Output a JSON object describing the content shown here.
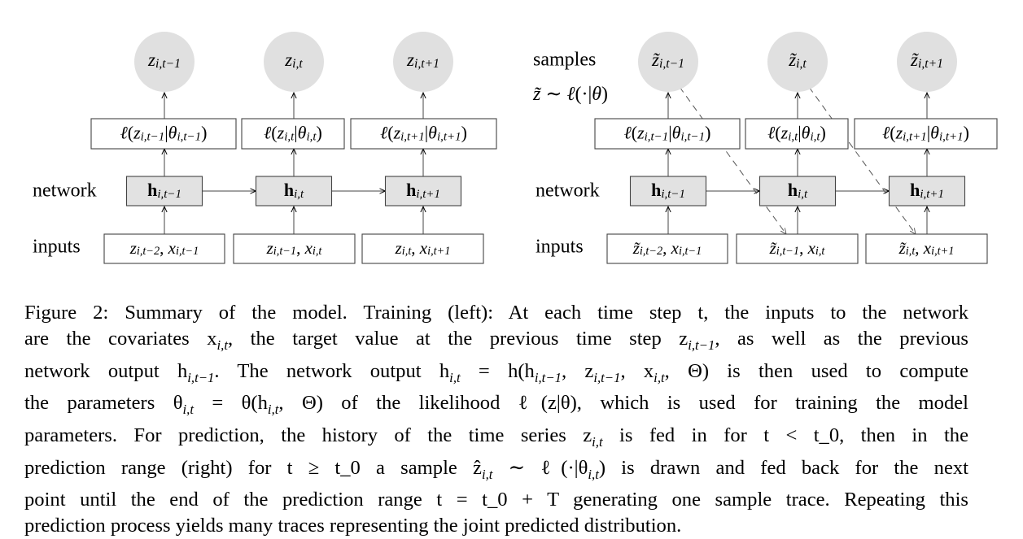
{
  "figure": {
    "left_panel": {
      "output_nodes": [
        "z_{i,t-1}",
        "z_{i,t}",
        "z_{i,t+1}"
      ],
      "likelihood_boxes": [
        "ℓ(z_{i,t-1}|θ_{i,t-1})",
        "ℓ(z_{i,t}|θ_{i,t})",
        "ℓ(z_{i,t+1}|θ_{i,t+1})"
      ],
      "network_label": "network",
      "hidden_boxes": [
        "h_{i,t-1}",
        "h_{i,t}",
        "h_{i,t+1}"
      ],
      "inputs_label": "inputs",
      "input_boxes": [
        "z_{i,t-2}, x_{i,t-1}",
        "z_{i,t-1}, x_{i,t}",
        "z_{i,t}, x_{i,t+1}"
      ]
    },
    "right_panel": {
      "samples_label": "samples",
      "samples_formula": "z̃ ∼ ℓ(·|θ)",
      "output_nodes": [
        "z̃_{i,t-1}",
        "z̃_{i,t}",
        "z̃_{i,t+1}"
      ],
      "likelihood_boxes": [
        "ℓ(z_{i,t-1}|θ_{i,t-1})",
        "ℓ(z_{i,t}|θ_{i,t})",
        "ℓ(z_{i,t+1}|θ_{i,t+1})"
      ],
      "network_label": "network",
      "hidden_boxes": [
        "h_{i,t-1}",
        "h_{i,t}",
        "h_{i,t+1}"
      ],
      "inputs_label": "inputs",
      "input_boxes": [
        "z̃_{i,t-2}, x_{i,t-1}",
        "z̃_{i,t-1}, x_{i,t}",
        "z̃_{i,t}, x_{i,t+1}"
      ]
    }
  },
  "caption": {
    "lines": [
      "Figure 2: Summary of the model. Training (left): At each time step t, the inputs to the network",
      "are the covariates x_{i,t}, the target value at the previous time step z_{i,t-1}, as well as the previous",
      "network output h_{i,t-1}. The network output h_{i,t} = h(h_{i,t-1}, z_{i,t-1}, x_{i,t}, Θ) is then used to compute",
      "the parameters θ_{i,t} = θ(h_{i,t}, Θ) of the likelihood ℓ(z|θ), which is used for training the model",
      "parameters. For prediction, the history of the time series z_{i,t} is fed in for t < t_0, then in the",
      "prediction range (right) for t ≥ t_0 a sample ẑ_{i,t} ∼ ℓ(·|θ_{i,t}) is drawn and fed back for the next",
      "point until the end of the prediction range t = t_0 + T generating one sample trace. Repeating this",
      "prediction process yields many traces representing the joint predicted distribution."
    ]
  }
}
